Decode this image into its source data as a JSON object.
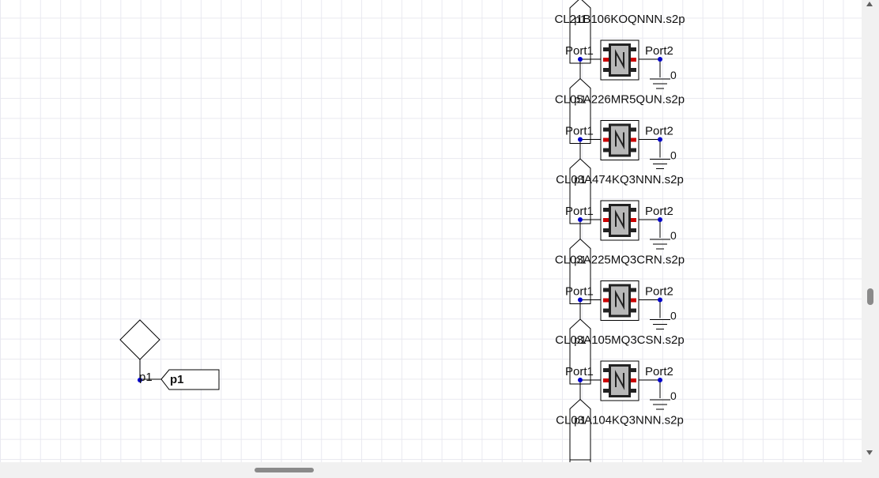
{
  "schematic": {
    "port_symbol": {
      "pin_label": "p1",
      "port_name": "p1"
    },
    "components": [
      {
        "file": "CL21B106KOQNNN.s2p",
        "port1": "Port1",
        "port2": "Port2",
        "ground": "0"
      },
      {
        "file": "CL05A226MR5QUN.s2p",
        "port1": "Port1",
        "port2": "Port2",
        "ground": "0"
      },
      {
        "file": "CL03A474KQ3NNN.s2p",
        "port1": "Port1",
        "port2": "Port2",
        "ground": "0"
      },
      {
        "file": "CL03A225MQ3CRN.s2p",
        "port1": "Port1",
        "port2": "Port2",
        "ground": "0"
      },
      {
        "file": "CL03A105MQ3CSN.s2p",
        "port1": "Port1",
        "port2": "Port2",
        "ground": "0"
      },
      {
        "file": "CL03A104KQ3NNN.s2p"
      }
    ],
    "connector_labels": [
      "p1",
      "p1",
      "p1",
      "p1",
      "p1",
      "p1"
    ]
  },
  "colors": {
    "wire": "#000000",
    "node": "#0000cc",
    "pin_red": "#cc0000",
    "grid": "#e9e9f0",
    "chip_body": "#b8b8b8"
  }
}
